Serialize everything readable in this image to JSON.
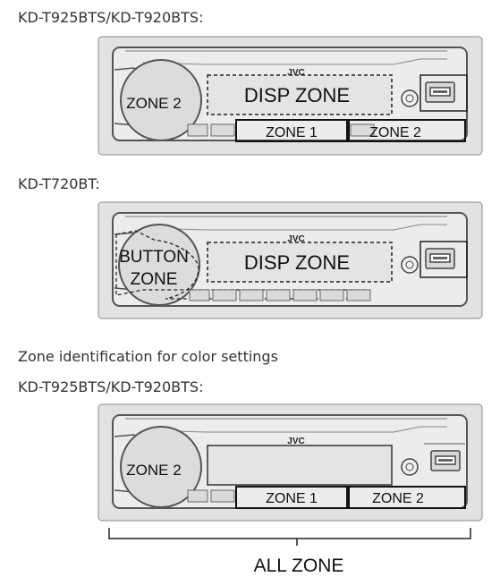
{
  "sections": [
    {
      "caption": "KD-T925BTS/KD-T920BTS:",
      "brand": "JVC",
      "knob_label": "ZONE 2",
      "display_label": "DISP ZONE",
      "bottom_zones": [
        "ZONE 1",
        "ZONE 2"
      ]
    },
    {
      "caption": "KD-T720BT:",
      "brand": "JVC",
      "knob_label_line1": "BUTTON",
      "knob_label_line2": "ZONE",
      "display_label": "DISP ZONE"
    },
    {
      "heading": "Zone identification for color settings",
      "caption": "KD-T925BTS/KD-T920BTS:",
      "brand": "JVC",
      "knob_label": "ZONE 2",
      "bottom_zones": [
        "ZONE 1",
        "ZONE 2"
      ],
      "bracket_label": "ALL ZONE"
    }
  ],
  "colors": {
    "panel_bg": "#e2e2e2",
    "panel_border": "#888888",
    "dark": "#333333"
  }
}
